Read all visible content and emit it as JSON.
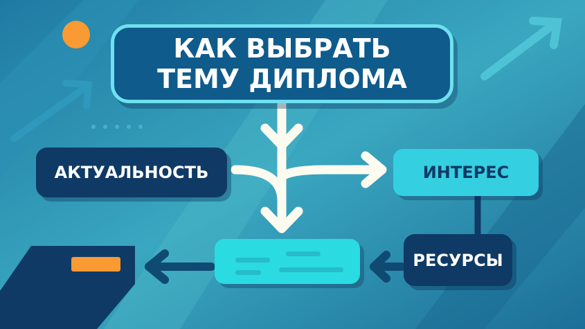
{
  "title": {
    "line1": "КАК ВЫБРАТЬ",
    "line2": "ТЕМУ ДИПЛОМА"
  },
  "nodes": {
    "relevance": "АКТУАЛЬНОСТЬ",
    "interest": "ИНТЕРЕС",
    "resources": "РЕСУРСЫ"
  },
  "colors": {
    "navy": "#0f3a66",
    "cyan": "#2adbe2",
    "orange": "#f99a32",
    "arrow": "#fdfbf0"
  }
}
